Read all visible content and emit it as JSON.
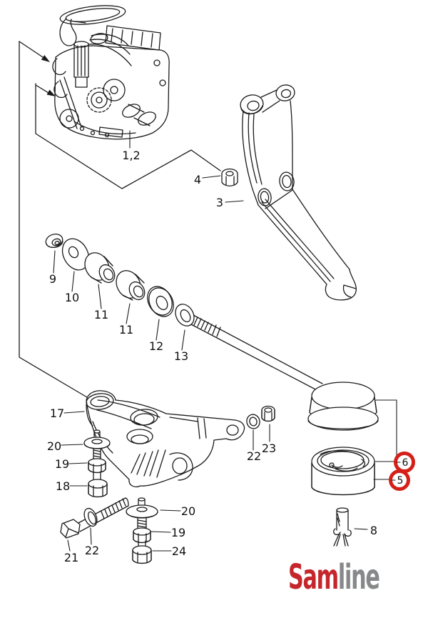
{
  "callouts": {
    "plain": [
      {
        "label": "1,2"
      },
      {
        "label": "3"
      },
      {
        "label": "4"
      },
      {
        "label": "9"
      },
      {
        "label": "10"
      },
      {
        "label": "11"
      },
      {
        "label": "11"
      },
      {
        "label": "12"
      },
      {
        "label": "13"
      },
      {
        "label": "17"
      },
      {
        "label": "20"
      },
      {
        "label": "19"
      },
      {
        "label": "18"
      },
      {
        "label": "21"
      },
      {
        "label": "22"
      },
      {
        "label": "20"
      },
      {
        "label": "19"
      },
      {
        "label": "24"
      },
      {
        "label": "22"
      },
      {
        "label": "23"
      },
      {
        "label": "8"
      }
    ],
    "highlighted": [
      {
        "label": "6"
      },
      {
        "label": "5"
      }
    ]
  },
  "logo": {
    "text_primary": "Sam",
    "text_secondary": "line"
  },
  "colors": {
    "background": "#ffffff",
    "line_art": "#1b1b1b",
    "highlight_ring": "#d42019",
    "logo_primary": "#c4262c",
    "logo_secondary": "#87888a"
  }
}
